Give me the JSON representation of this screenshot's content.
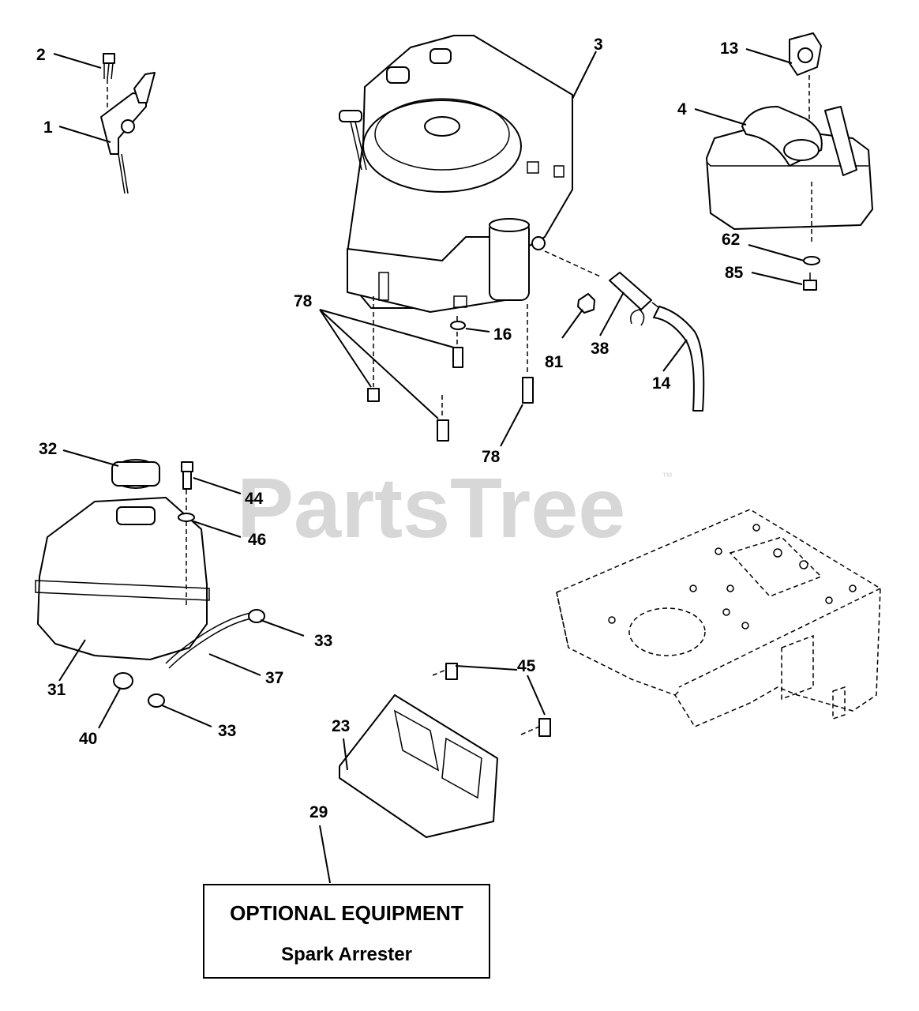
{
  "watermark": {
    "text": "PartsTree",
    "trademark": "™"
  },
  "callouts": {
    "c1": "1",
    "c2": "2",
    "c3": "3",
    "c4": "4",
    "c13": "13",
    "c62": "62",
    "c85": "85",
    "c78a": "78",
    "c16": "16",
    "c81": "81",
    "c38": "38",
    "c14": "14",
    "c78b": "78",
    "c32": "32",
    "c44": "44",
    "c46": "46",
    "c33a": "33",
    "c37": "37",
    "c31": "31",
    "c40": "40",
    "c33b": "33",
    "c45": "45",
    "c23": "23",
    "c29": "29"
  },
  "optional_box": {
    "title": "OPTIONAL EQUIPMENT",
    "subtitle": "Spark Arrester"
  }
}
